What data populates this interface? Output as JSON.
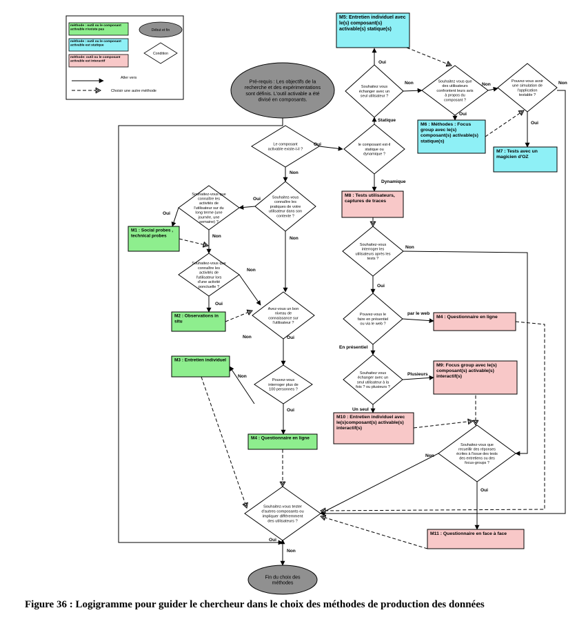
{
  "colors": {
    "green": "#8eee8e",
    "cyan": "#8ef0f6",
    "pink": "#f8c8c8",
    "oval": "#909090",
    "line": "#000000"
  },
  "legend": {
    "green_text": "méthode : outil ou le composant activable n'existe pas",
    "cyan_text": "méthode : outil ou le composant activable est statique",
    "pink_text": "méthode: outil ou le composant activable est interactif",
    "oval_text": "Début et fin",
    "diamond_text": "Condition",
    "solid_arrow_text": "Aller vers",
    "dashed_arrow_text": "Choisir une autre méthode"
  },
  "nodes": {
    "start": "Pré-requis : Les objectifs de la recherche et des expérimentations sont définis. L'outil activable a été divisé en composants.",
    "d_exists": "Le composant activable existe-t-il ?",
    "d_static_dynamic": "le composant est-il statique ou dynamique ?",
    "d_exchange_static": "Souhaitez vous échanger avec un seul utilisateur ?",
    "d_confront": "Souhaitez vous que des utilisateurs confrontent leurs avis à propos du composant ?",
    "d_simulation": "Pouvez-vous avoir une simulation de l'application testable ?",
    "m5": "M5: Entretien individuel avec le(s) composant(s) activable(s) statique(s)",
    "m6": "M6 : Méthodes : Focus group avec le(s) composant(s) activable(s) statique(s)",
    "m7": "M7 : Tests avec un magicien d'OZ",
    "m8": "M8 : Tests utilisateurs, captures de traces",
    "d_practices": "Souhaitez-vous connaître les pratiques de votre utilisateur dans son contexte ?",
    "d_activities_long": "Souhaitez-vous que connaître les activités de l'utilisateur sur du long terme (une journée, une semaine) ?",
    "m1": "M1 : Social probes , technical probes",
    "d_activities_punctual": "Souhaitez-vous que connaître les activités de l'utilisateur lors d'une activité ponctuelle ?",
    "m2": "M2 : Observations in situ",
    "d_knowledge": "Avez-vous un bon niveau de connaissance sur l'utilisateur ?",
    "m3": "M3 : Entretien individuel",
    "d_100": "Pouvez-vous interroger plus de 100 personnes ?",
    "m4_left": "M4 : Questionnaire en ligne",
    "d_interview_after": "Souhaitez-vous interroger les utilisateurs après les tests ?",
    "d_web": "Pouvez-vous le faire en présentiel ou via le web ?",
    "m4_right": "M4 : Questionnaire en ligne",
    "d_exchange_many": "Souhaitez vous échanger avec un seul utilisateur à la fois ? ou plusieurs ?",
    "m9": "M9: Focus group avec le(s) composant(s) activable(s) interactif(s)",
    "m10": "M10 : Entretien individuel avec le(s)composant(s) activable(s) interactif(s)",
    "d_written": "Souhaitez-vous que recueillir des réponses écrites à l'issue des tests des entretiens ou des focus-groups ?",
    "m11": "M11 : Questionnaire en face à face",
    "d_test_other": "Souhaitez-vous tester d'autres composants ou impliquer différemment des utilisateurs ?",
    "end": "Fin du choix des méthodes"
  },
  "labels": {
    "oui": "Oui",
    "non": "Non",
    "statique": "Statique",
    "dynamique": "Dynamique",
    "par_le_web": "par le web",
    "en_presentiel": "En présentiel",
    "plusieurs": "Plusieurs",
    "un_seul": "Un seul"
  },
  "caption": "Figure 36 : Logigramme pour guider le chercheur dans le choix des méthodes de production des données"
}
